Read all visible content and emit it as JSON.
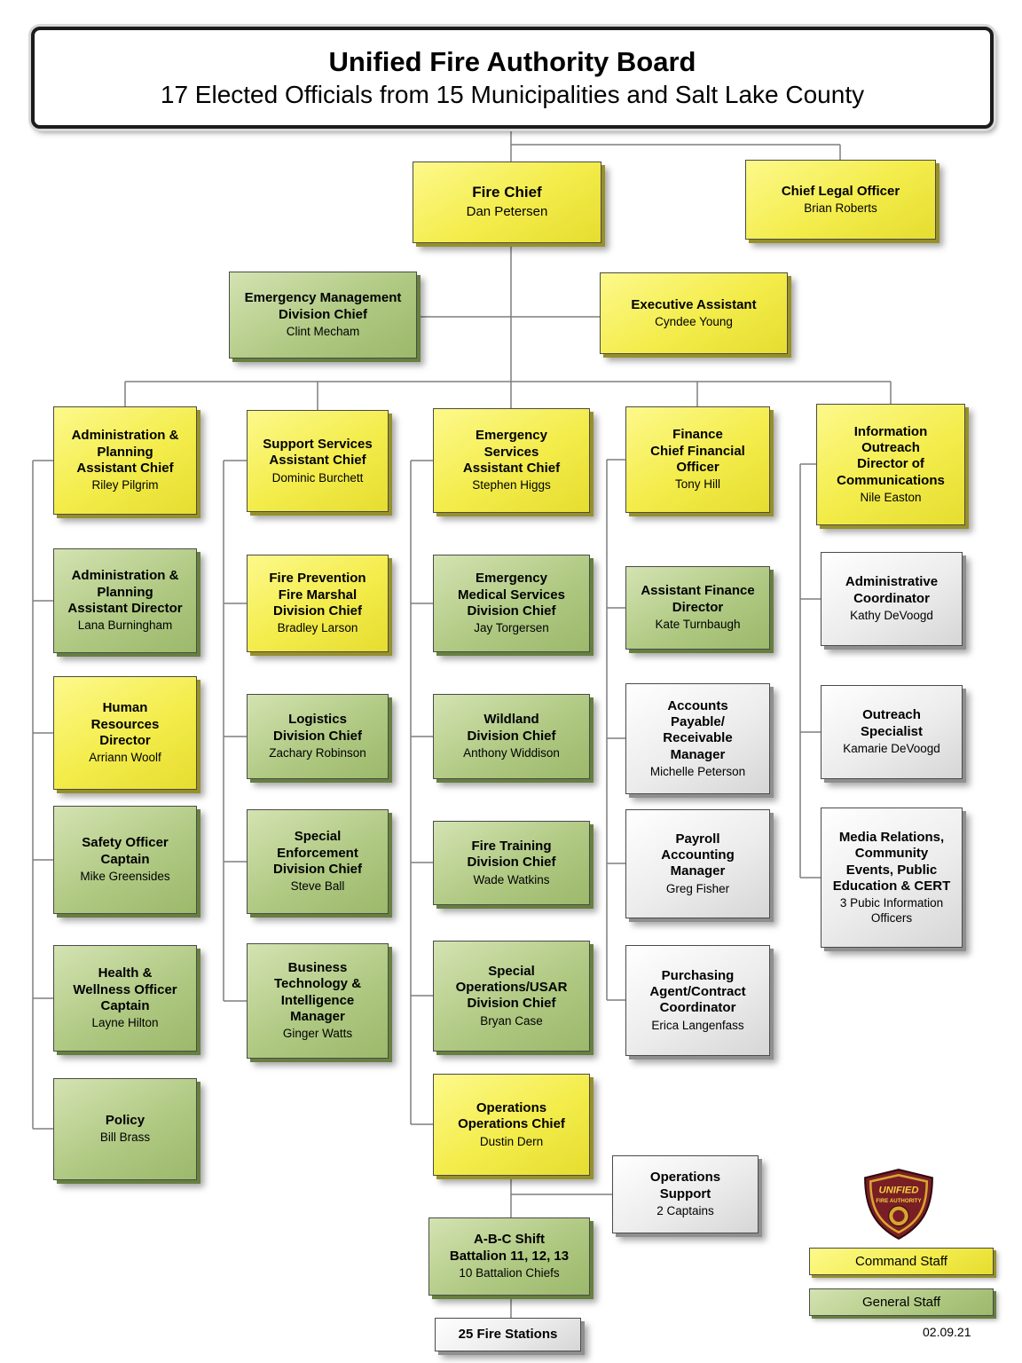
{
  "header": {
    "title": "Unified Fire Authority Board",
    "subtitle": "17 Elected Officials from 15 Municipalities and Salt Lake County"
  },
  "boxes": {
    "fire_chief": {
      "title": "Fire Chief",
      "name": "Dan Petersen"
    },
    "legal_officer": {
      "title": "Chief Legal Officer",
      "name": "Brian Roberts"
    },
    "emergency_mgmt": {
      "title": "Emergency Management\nDivision Chief",
      "name": "Clint Mecham"
    },
    "exec_assistant": {
      "title": "Executive Assistant",
      "name": "Cyndee Young"
    },
    "admin_planning_chief": {
      "title": "Administration &\nPlanning\nAssistant Chief",
      "name": "Riley Pilgrim"
    },
    "support_services_chief": {
      "title": "Support Services\nAssistant Chief",
      "name": "Dominic Burchett"
    },
    "emergency_services_chief": {
      "title": "Emergency\nServices\nAssistant Chief",
      "name": "Stephen Higgs"
    },
    "finance_cfo": {
      "title": "Finance\nChief Financial\nOfficer",
      "name": "Tony Hill"
    },
    "info_outreach_dir": {
      "title": "Information\nOutreach\nDirector of\nCommunications",
      "name": "Nile Easton"
    },
    "admin_planning_dir": {
      "title": "Administration &\nPlanning\nAssistant Director",
      "name": "Lana Burningham"
    },
    "fire_prevention": {
      "title": "Fire Prevention\nFire Marshal\nDivision Chief",
      "name": "Bradley Larson"
    },
    "ems_division": {
      "title": "Emergency\nMedical Services\nDivision Chief",
      "name": "Jay Torgersen"
    },
    "asst_finance_dir": {
      "title": "Assistant Finance\nDirector",
      "name": "Kate Turnbaugh"
    },
    "admin_coordinator": {
      "title": "Administrative\nCoordinator",
      "name": "Kathy DeVoogd"
    },
    "hr_director": {
      "title": "Human\nResources\nDirector",
      "name": "Arriann Woolf"
    },
    "logistics": {
      "title": "Logistics\nDivision Chief",
      "name": "Zachary Robinson"
    },
    "wildland": {
      "title": "Wildland\nDivision Chief",
      "name": "Anthony Widdison"
    },
    "accounts_manager": {
      "title": "Accounts\nPayable/\nReceivable\nManager",
      "name": "Michelle Peterson"
    },
    "outreach_specialist": {
      "title": "Outreach\nSpecialist",
      "name": "Kamarie DeVoogd"
    },
    "safety_officer": {
      "title": "Safety Officer\nCaptain",
      "name": "Mike Greensides"
    },
    "special_enforcement": {
      "title": "Special\nEnforcement\nDivision Chief",
      "name": "Steve Ball"
    },
    "fire_training": {
      "title": "Fire Training\nDivision Chief",
      "name": "Wade Watkins"
    },
    "payroll_manager": {
      "title": "Payroll\nAccounting\nManager",
      "name": "Greg Fisher"
    },
    "media_relations": {
      "title": "Media Relations,\nCommunity\nEvents, Public\nEducation & CERT",
      "name": "3 Pubic Information\nOfficers"
    },
    "health_wellness": {
      "title": "Health &\nWellness Officer\nCaptain",
      "name": "Layne Hilton"
    },
    "business_tech": {
      "title": "Business\nTechnology &\nIntelligence\nManager",
      "name": "Ginger Watts"
    },
    "special_ops_usar": {
      "title": "Special\nOperations/USAR\nDivision Chief",
      "name": "Bryan Case"
    },
    "purchasing": {
      "title": "Purchasing\nAgent/Contract\nCoordinator",
      "name": "Erica Langenfass"
    },
    "policy": {
      "title": "Policy",
      "name": "Bill Brass"
    },
    "operations_chief": {
      "title": "Operations\nOperations Chief",
      "name": "Dustin Dern"
    },
    "operations_support": {
      "title": "Operations\nSupport",
      "name": "2 Captains"
    },
    "abc_shift": {
      "title": "A-B-C Shift\nBattalion 11, 12, 13",
      "name": "10 Battalion Chiefs"
    },
    "fire_stations": {
      "title": "25 Fire Stations",
      "name": ""
    }
  },
  "legend": {
    "command_label": "Command Staff",
    "general_label": "General Staff",
    "date": "02.09.21"
  },
  "logo": {
    "line1": "UNIFIED",
    "line2": "FIRE AUTHORITY"
  },
  "colors": {
    "command_yellow": "#f3ec4a",
    "general_green": "#b0c983",
    "staff_gray": "#ececec",
    "connector_gray": "#7f7f7f",
    "badge_maroon": "#7a1e26",
    "badge_gold": "#d9a62e"
  }
}
